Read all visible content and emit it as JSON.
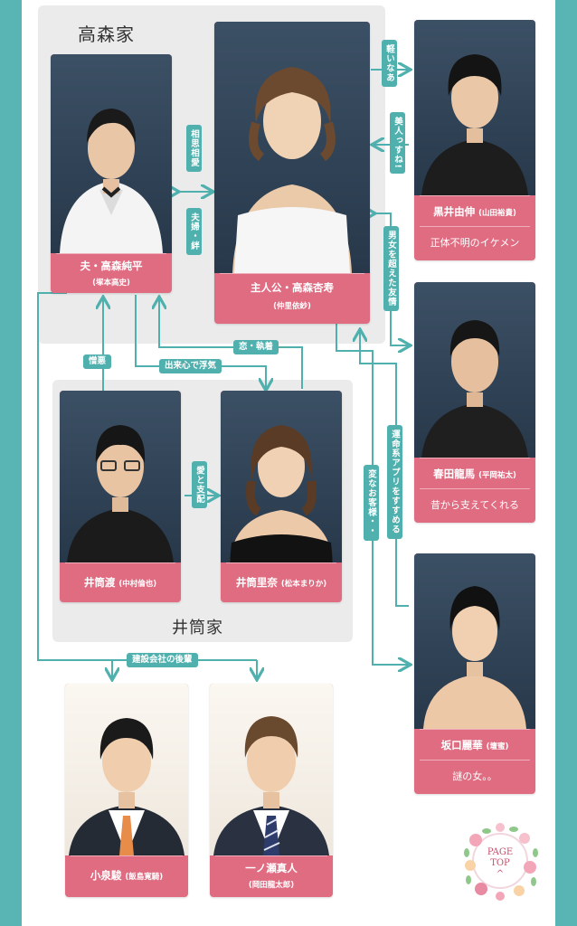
{
  "families": {
    "takamori": "高森家",
    "izutsu": "井筒家"
  },
  "people": {
    "husband": {
      "name": "夫・高森純平",
      "actor": "(塚本高史)"
    },
    "heroine": {
      "name": "主人公・高森杏寿",
      "actor": "(仲里依紗)"
    },
    "kuroi": {
      "name": "黒井由伸",
      "actor": "(山田裕貴)",
      "desc": "正体不明のイケメン"
    },
    "haruta": {
      "name": "春田龍馬",
      "actor": "(平岡祐太)",
      "desc": "昔から支えてくれる"
    },
    "wataru": {
      "name": "井筒渡",
      "actor": "(中村倫也)"
    },
    "rina": {
      "name": "井筒里奈",
      "actor": "(松本まりか)"
    },
    "sakaguchi": {
      "name": "坂口麗華",
      "actor": "(壇蜜)",
      "desc": "謎の女。。"
    },
    "koizumi": {
      "name": "小泉駿",
      "actor": "(飯島寛騎)"
    },
    "ichinose": {
      "name": "一ノ瀬真人",
      "actor": "(岡田龍太郎)"
    }
  },
  "relations": {
    "karui": "軽いなあ",
    "bijin": "美人っすね!",
    "soushi": "相思相愛",
    "fuufu": "夫婦・絆",
    "danjo": "男女を超えた友情",
    "zouo": "憎悪",
    "koi": "恋・執着",
    "dekigokoro": "出来心で浮気",
    "ai": "愛と支配",
    "unmei": "運命系アプリをすすめる",
    "hen": "変なお客様・・",
    "kensetsu": "建設会社の後輩"
  },
  "page_top": {
    "line1": "PAGE",
    "line2": "TOP",
    "arrow": "^"
  },
  "colors": {
    "teal": "#4fb0ae",
    "side": "#58b5b3",
    "pink": "#e06c82",
    "grey": "#ebebeb"
  }
}
